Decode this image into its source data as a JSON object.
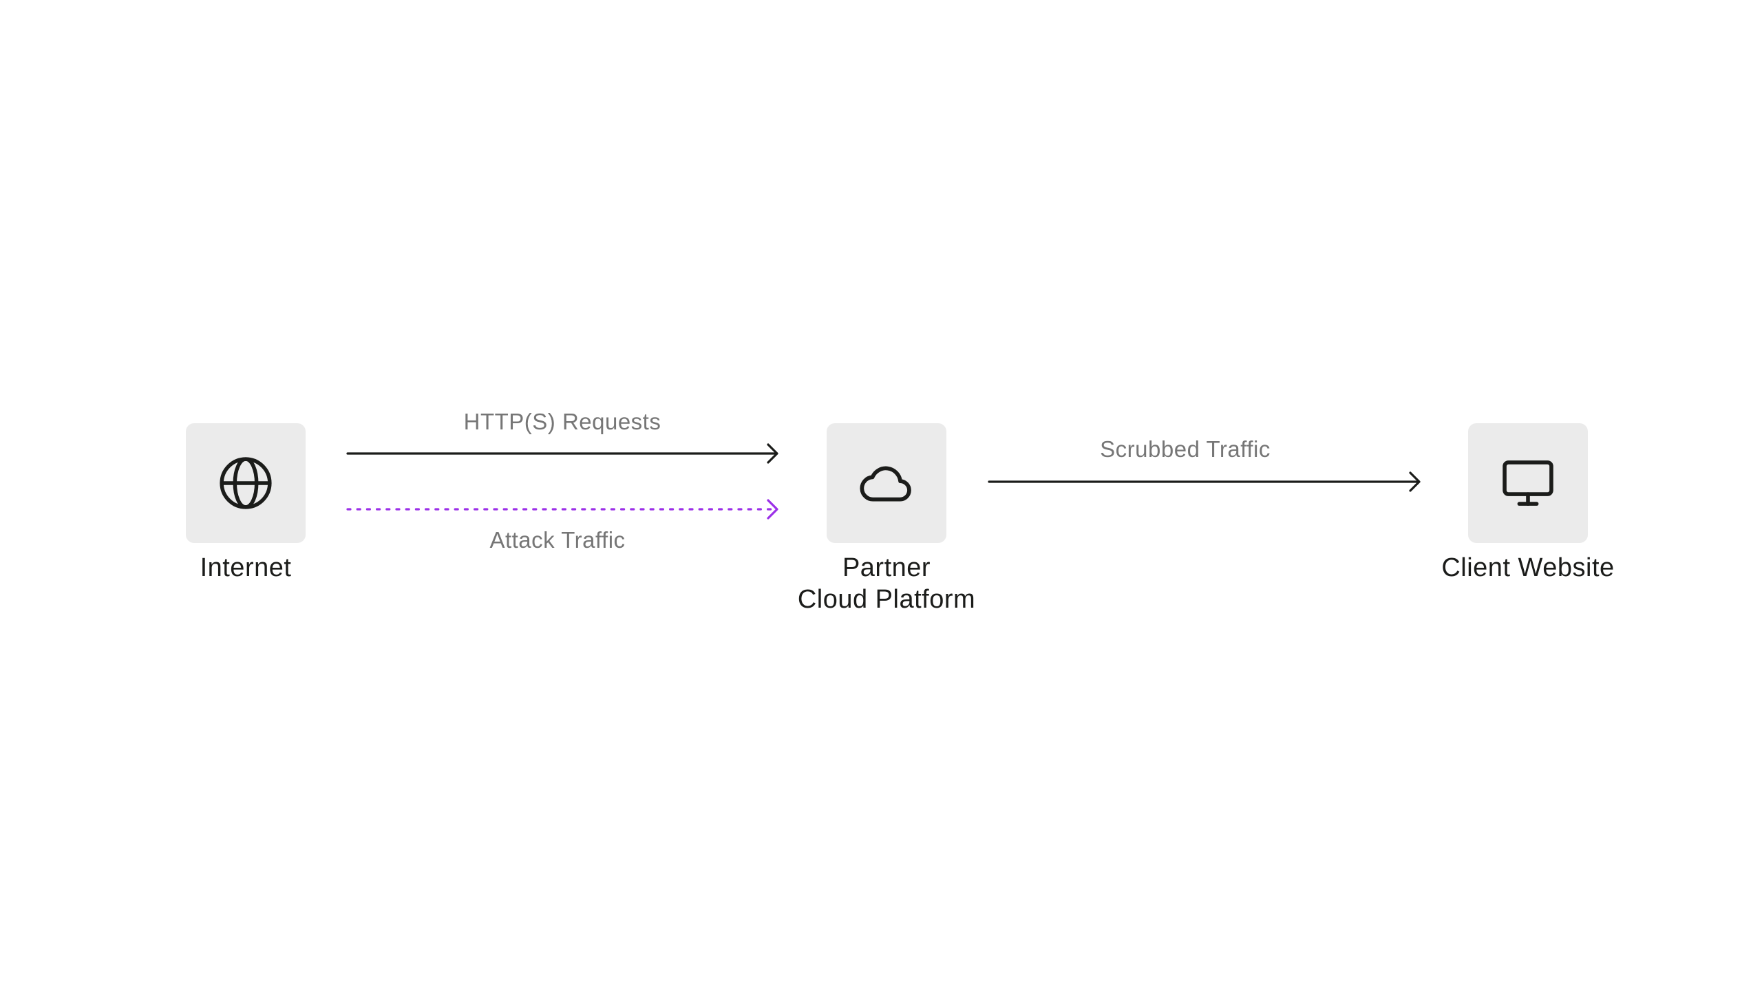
{
  "colors": {
    "box_fill": "#ebebeb",
    "ink": "#1b1c1a",
    "edge_label": "#767676",
    "attack": "#9b30e8"
  },
  "nodes": {
    "internet": {
      "icon": "globe-icon",
      "label": "Internet"
    },
    "partner": {
      "icon": "cloud-icon",
      "label_line1": "Partner",
      "label_line2": "Cloud Platform"
    },
    "client": {
      "icon": "monitor-icon",
      "label": "Client Website"
    }
  },
  "edges": {
    "http_requests": {
      "label": "HTTP(S) Requests",
      "style": "solid"
    },
    "attack_traffic": {
      "label": "Attack Traffic",
      "style": "dotted"
    },
    "scrubbed_traffic": {
      "label": "Scrubbed Traffic",
      "style": "solid"
    }
  }
}
